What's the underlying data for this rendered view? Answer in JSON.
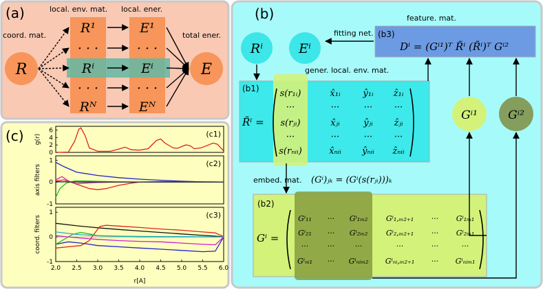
{
  "panel_a": {
    "label": "(a)",
    "col_titles": {
      "coord": "coord. mat.",
      "local_env": "local. env. mat.",
      "local_ener": "local. ener.",
      "total_ener": "total ener."
    },
    "R_symbol": "R",
    "E_symbol": "E",
    "R_rows": [
      "R¹",
      "· · ·",
      "Rⁱ",
      "· · ·",
      "Rᴺ"
    ],
    "E_rows": [
      "E¹",
      "· · ·",
      "Eⁱ",
      "· · ·",
      "Eᴺ"
    ]
  },
  "panel_b": {
    "label": "(b)",
    "Ri_symbol": "Rⁱ",
    "Ei_symbol": "Eⁱ",
    "fitting_label": "fitting net.",
    "feature_label": "feature. mat.",
    "b3_label": "(b3)",
    "b3_formula": "Dⁱ = (Gⁱ¹)ᵀ R̃ⁱ (R̃ⁱ)ᵀ Gⁱ²",
    "gener_label": "gener. local. env. mat.",
    "b1_label": "(b1)",
    "b1_lhs": "R̃ⁱ =",
    "b1_rows": [
      [
        "s(r₁ᵢ)",
        "x̂₁ᵢ",
        "ŷ₁ᵢ",
        "ẑ₁ᵢ"
      ],
      [
        "···",
        "···",
        "···",
        "···"
      ],
      [
        "s(rⱼᵢ)",
        "x̂ⱼᵢ",
        "ŷⱼᵢ",
        "ẑⱼᵢ"
      ],
      [
        "···",
        "···",
        "···",
        "···"
      ],
      [
        "s(rₙᵢᵢ)",
        "x̂ₙᵢᵢ",
        "ŷₙᵢᵢ",
        "ẑₙᵢᵢ"
      ]
    ],
    "Gi1_symbol": "Gⁱ¹",
    "Gi2_symbol": "Gⁱ²",
    "embed_label": "embed. mat.",
    "embed_formula": "(Gⁱ)ⱼₖ = (Gⁱ(s(rⱼᵢ)))ₖ",
    "b2_label": "(b2)",
    "b2_lhs": "Gⁱ =",
    "b2_rows": [
      [
        "Gⁱ₁₁",
        "···",
        "Gⁱ₁ₘ₂",
        "Gⁱ₁,ₘ₂₊₁",
        "···",
        "Gⁱ₁ₘ₁"
      ],
      [
        "Gⁱ₂₁",
        "···",
        "Gⁱ₂ₘ₂",
        "Gⁱ₂,ₘ₂₊₁",
        "···",
        "Gⁱ₂ₘ₁"
      ],
      [
        "···",
        "···",
        "···",
        "···",
        "···",
        "···"
      ],
      [
        "Gⁱₙᵢ₁",
        "···",
        "Gⁱₙᵢₘ₂",
        "Gⁱₙᵢ,ₘ₂₊₁",
        "···",
        "Gⁱₙᵢₘ₁"
      ]
    ]
  },
  "panel_c": {
    "label": "(c)",
    "c1_label": "(c1)",
    "c2_label": "(c2)",
    "c3_label": "(c3)",
    "c1_ylabel": "g(r)",
    "c2_ylabel": "axis filters",
    "c3_ylabel": "coord. filters",
    "c1_yticks": [
      "6",
      "4",
      "2",
      "0"
    ],
    "c2_yticks": [
      "1",
      "0",
      "-1"
    ],
    "c3_yticks": [
      "1",
      "0",
      "-1"
    ],
    "xticks": [
      "2.0",
      "2.5",
      "3.0",
      "3.5",
      "4.0",
      "4.5",
      "5.0",
      "5.5",
      "6.0"
    ],
    "xlabel": "r[A]"
  },
  "chart_data": [
    {
      "type": "line",
      "panel": "c1",
      "ylabel": "g(r)",
      "xlim": [
        2.0,
        6.0
      ],
      "ylim": [
        0,
        7
      ],
      "series": [
        {
          "color": "#dd2222",
          "x": [
            2.0,
            2.3,
            2.45,
            2.55,
            2.6,
            2.7,
            2.8,
            3.0,
            3.3,
            3.5,
            3.65,
            3.8,
            4.0,
            4.2,
            4.4,
            4.5,
            4.6,
            4.8,
            4.9,
            5.1,
            5.2,
            5.3,
            5.45,
            5.55,
            5.75,
            5.85,
            6.0
          ],
          "y": [
            0,
            0.1,
            3.0,
            6.2,
            6.6,
            4.5,
            1.2,
            0.3,
            0.3,
            0.9,
            1.4,
            0.7,
            0.6,
            1.0,
            3.2,
            3.6,
            2.5,
            1.2,
            1.1,
            2.0,
            1.8,
            1.0,
            1.2,
            1.6,
            2.5,
            2.2,
            0.4
          ]
        }
      ]
    },
    {
      "type": "line",
      "panel": "c2",
      "ylabel": "axis filters",
      "xlim": [
        2.0,
        6.0
      ],
      "ylim": [
        -1,
        1.2
      ],
      "series": [
        {
          "color": "#2222cc",
          "x": [
            2.0,
            2.2,
            2.5,
            3.0,
            3.5,
            4.0,
            4.5,
            5.0,
            5.5,
            6.0
          ],
          "y": [
            0.9,
            0.7,
            0.45,
            0.3,
            0.2,
            0.13,
            0.08,
            0.04,
            0.01,
            0.0
          ]
        },
        {
          "color": "#dd2222",
          "x": [
            2.0,
            2.2,
            2.5,
            2.8,
            3.0,
            3.2,
            3.5,
            3.8,
            4.0,
            4.5,
            5.0,
            6.0
          ],
          "y": [
            0.05,
            0.1,
            -0.1,
            -0.3,
            -0.35,
            -0.3,
            -0.15,
            -0.05,
            0.0,
            0.02,
            0.02,
            0.0
          ]
        },
        {
          "color": "#22bb22",
          "x": [
            2.0,
            2.1,
            2.25,
            2.45,
            2.7,
            3.0,
            3.5,
            4.0,
            5.0,
            6.0
          ],
          "y": [
            -0.7,
            -0.3,
            -0.05,
            0.05,
            0.05,
            0.03,
            0.01,
            0.0,
            0.0,
            0.0
          ]
        },
        {
          "color": "#cc22cc",
          "x": [
            2.0,
            2.15,
            2.3,
            2.5,
            2.7,
            3.0,
            3.5,
            4.0,
            5.0,
            6.0
          ],
          "y": [
            0.1,
            0.25,
            0.05,
            -0.08,
            -0.05,
            -0.02,
            0.0,
            0.0,
            0.0,
            0.0
          ]
        },
        {
          "color": "#22aacc",
          "x": [
            2.0,
            2.5,
            3.0,
            4.0,
            5.0,
            6.0
          ],
          "y": [
            0.0,
            0.02,
            0.01,
            0.0,
            0.0,
            0.0
          ]
        },
        {
          "color": "#333333",
          "x": [
            2.0,
            2.5,
            3.0,
            4.0,
            5.0,
            6.0
          ],
          "y": [
            0.02,
            0.0,
            0.0,
            0.0,
            0.0,
            0.0
          ]
        }
      ]
    },
    {
      "type": "line",
      "panel": "c3",
      "ylabel": "coord. filters",
      "xlim": [
        2.0,
        6.0
      ],
      "ylim": [
        -1,
        1.2
      ],
      "series": [
        {
          "color": "#111111",
          "x": [
            2.0,
            2.5,
            3.0,
            3.5,
            4.0,
            4.5,
            5.0,
            5.5,
            5.9,
            6.0
          ],
          "y": [
            0.55,
            0.45,
            0.37,
            0.3,
            0.24,
            0.18,
            0.12,
            0.06,
            0.02,
            0.0
          ]
        },
        {
          "color": "#dd2222",
          "x": [
            2.0,
            2.3,
            2.6,
            2.8,
            2.95,
            3.05,
            3.2,
            3.5,
            4.0,
            4.5,
            5.0,
            5.5,
            5.8,
            5.95,
            6.0
          ],
          "y": [
            -0.45,
            -0.4,
            -0.35,
            -0.15,
            0.2,
            0.42,
            0.47,
            0.44,
            0.38,
            0.32,
            0.27,
            0.2,
            0.16,
            0.05,
            0.0
          ]
        },
        {
          "color": "#2222cc",
          "x": [
            2.0,
            2.3,
            2.6,
            3.0,
            3.5,
            4.0,
            4.5,
            5.0,
            5.5,
            5.8,
            6.0
          ],
          "y": [
            -0.3,
            -0.2,
            -0.25,
            -0.35,
            -0.4,
            -0.45,
            -0.5,
            -0.55,
            -0.6,
            -0.58,
            0.0
          ]
        },
        {
          "color": "#22bb22",
          "x": [
            2.0,
            2.2,
            2.4,
            2.6,
            2.8,
            3.0,
            3.5,
            4.0,
            5.0,
            6.0
          ],
          "y": [
            -0.3,
            -0.1,
            0.1,
            0.18,
            0.12,
            0.05,
            0.02,
            0.0,
            0.0,
            0.0
          ]
        },
        {
          "color": "#cc22cc",
          "x": [
            2.0,
            2.3,
            2.6,
            3.0,
            3.5,
            4.0,
            4.5,
            5.0,
            5.5,
            5.8,
            6.0
          ],
          "y": [
            0.05,
            0.0,
            -0.05,
            -0.1,
            -0.15,
            -0.18,
            -0.2,
            -0.25,
            -0.3,
            -0.32,
            0.0
          ]
        },
        {
          "color": "#22aacc",
          "x": [
            2.0,
            2.5,
            3.0,
            3.5,
            4.0,
            5.0,
            6.0
          ],
          "y": [
            0.2,
            0.1,
            0.05,
            0.03,
            0.02,
            0.01,
            0.0
          ]
        }
      ]
    }
  ]
}
